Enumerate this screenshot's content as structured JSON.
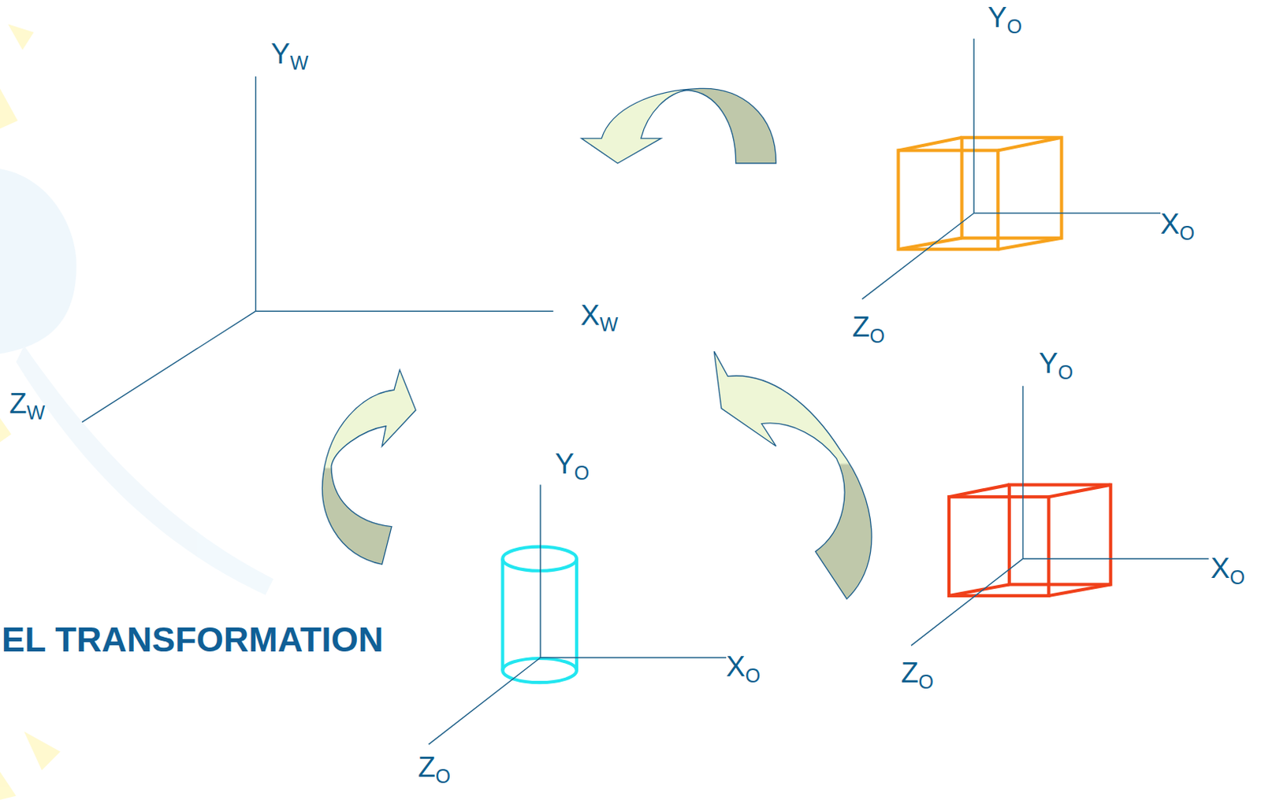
{
  "diagram": {
    "labels": [
      "YW",
      "XW",
      "ZW",
      "YO",
      "XO",
      "ZO",
      "YO",
      "XO",
      "ZO",
      "YO",
      "XO",
      "ZO",
      "EL TRANSFORMATION"
    ]
  }
}
